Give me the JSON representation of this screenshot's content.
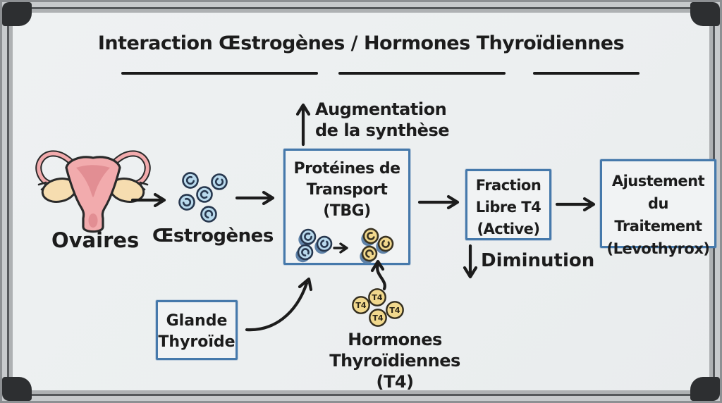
{
  "title": "Interaction Œstrogènes / Hormones Thyroïdiennes",
  "labels": {
    "ovaries": "Ovaires",
    "estrogens": "Œstrogènes",
    "synthesis_line1": "Augmentation",
    "synthesis_line2": "de la synthèse",
    "diminution": "Diminution",
    "hormones_line1": "Hormones",
    "hormones_line2": "Thyroïdiennes",
    "hormones_line3": "(T4)"
  },
  "boxes": {
    "tbg": {
      "line1": "Protéines de",
      "line2": "Transport",
      "line3": "(TBG)"
    },
    "free_t4": {
      "line1": "Fraction",
      "line2": "Libre T4",
      "line3": "(Active)"
    },
    "treatment": {
      "line1": "Ajustement",
      "line2": "du Traitement",
      "line3": "(Levothyrox)"
    },
    "thyroid": {
      "line1": "Glande",
      "line2": "Thyroïde"
    }
  },
  "molecules": {
    "t4_label": "T4"
  },
  "colors": {
    "box_border": "#4679ab",
    "ink": "#1c1c1c",
    "estrogen_fill": "#b9d9ec",
    "t4_fill": "#f1d88d",
    "molecule_shadow": "#5f82a8",
    "uterus_pink": "#f2abad",
    "uterus_inner": "#e28e93",
    "ovary_cream": "#f6ddb0",
    "board_surface": "#edf0f1",
    "frame_gray": "#aeb1b3"
  }
}
